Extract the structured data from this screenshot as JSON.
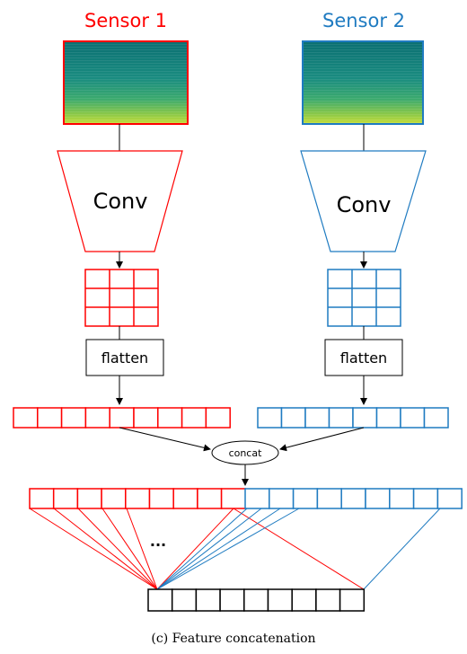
{
  "sensors": [
    {
      "label": "Sensor 1",
      "color": "#ff0000"
    },
    {
      "label": "Sensor 2",
      "color": "#1f7bc1"
    }
  ],
  "conv_label": "Conv",
  "flatten_label": "flatten",
  "concat_label": "concat",
  "ellipsis": "...",
  "caption": "(c) Feature concatenation",
  "colors": {
    "sensor1": "#ff0000",
    "sensor2": "#1f7bc1",
    "neutral": "#000000"
  }
}
